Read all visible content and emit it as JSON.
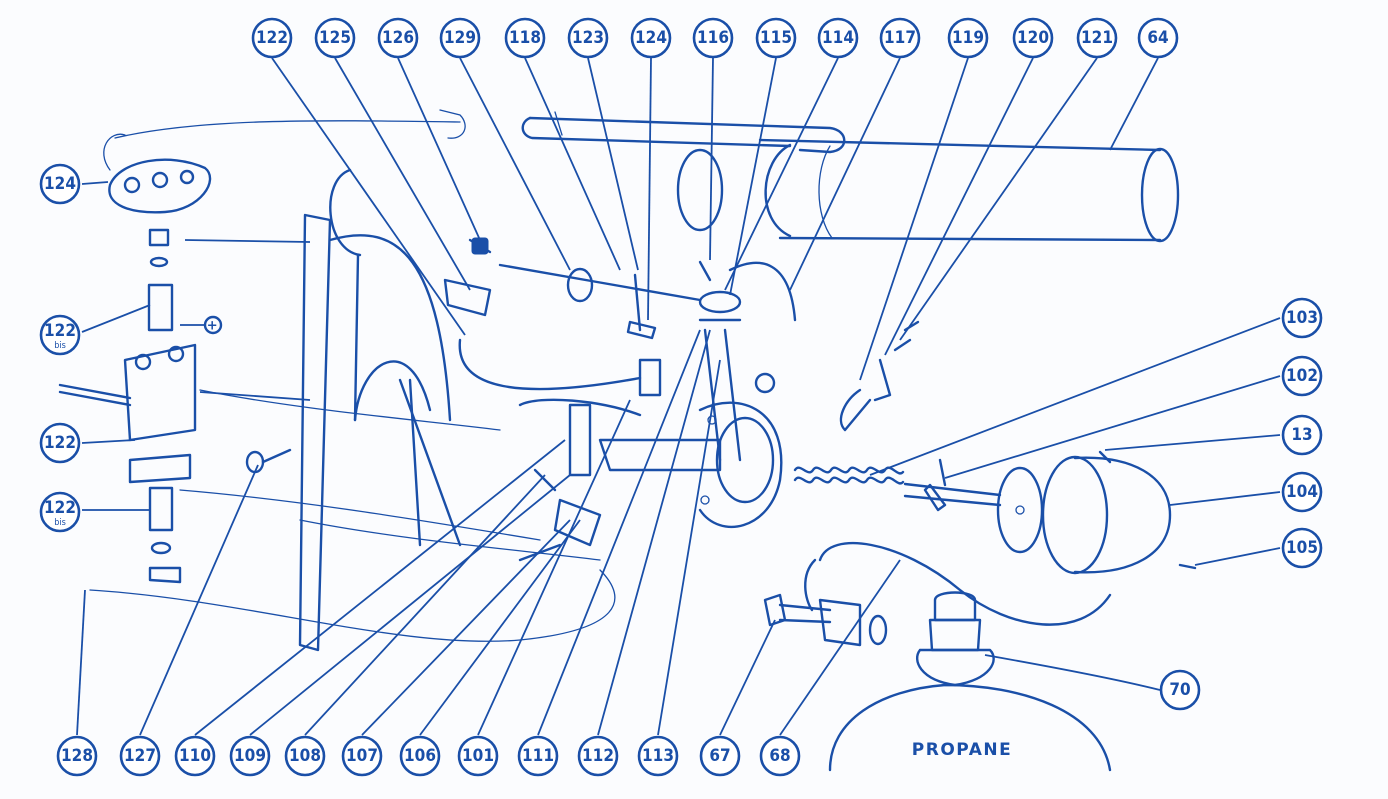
{
  "callouts_top": [
    "122",
    "125",
    "126",
    "129",
    "118",
    "123",
    "124",
    "116",
    "115",
    "114",
    "117",
    "119",
    "120",
    "121",
    "64"
  ],
  "callouts_bottom": [
    "128",
    "127",
    "110",
    "109",
    "108",
    "107",
    "106",
    "101",
    "111",
    "112",
    "113",
    "67",
    "68"
  ],
  "callouts_right": [
    "103",
    "102",
    "13",
    "104",
    "105",
    "70"
  ],
  "callouts_left": [
    {
      "num": "124",
      "sub": ""
    },
    {
      "num": "122",
      "sub": "bis"
    },
    {
      "num": "122",
      "sub": ""
    },
    {
      "num": "122",
      "sub": "bis"
    }
  ],
  "plus_symbol": "+",
  "tank_label": "PROPANE",
  "colors": {
    "ink": "#1a4fa8",
    "paper": "#fbfcfe"
  }
}
